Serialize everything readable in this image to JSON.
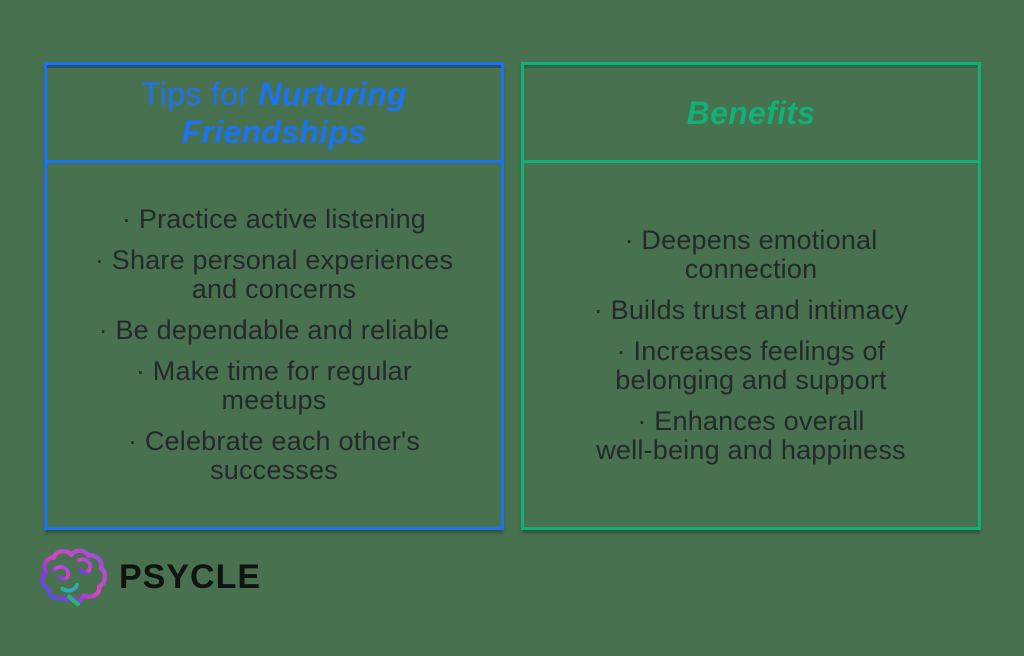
{
  "canvas": {
    "background_color": "#48714f",
    "body_text_color": "#26292c"
  },
  "tips_card": {
    "accent_color": "#1a73f0",
    "title_prefix": "Tips for ",
    "title_emphasis_line1": "Nurturing",
    "title_emphasis_line2": "Friendships",
    "items": [
      "· Practice active listening",
      "· Share personal experiences\nand concerns",
      "· Be dependable and reliable",
      "· Make time for regular\nmeetups",
      "· Celebrate each other's\nsuccesses"
    ]
  },
  "benefits_card": {
    "accent_color": "#10b077",
    "title": "Benefits",
    "items": [
      "· Deepens emotional\nconnection",
      "· Builds trust and intimacy",
      "· Increases feelings of\nbelonging and support",
      "· Enhances overall\nwell-being and happiness"
    ]
  },
  "logo": {
    "brand_text": "PSYCLE",
    "icon": "brain-gradient-icon",
    "icon_colors": [
      "#2f62d9",
      "#8a3bd8",
      "#d844c6",
      "#7e52e0",
      "#2f9fe0",
      "#22c06e"
    ],
    "text_color": "#121212"
  }
}
